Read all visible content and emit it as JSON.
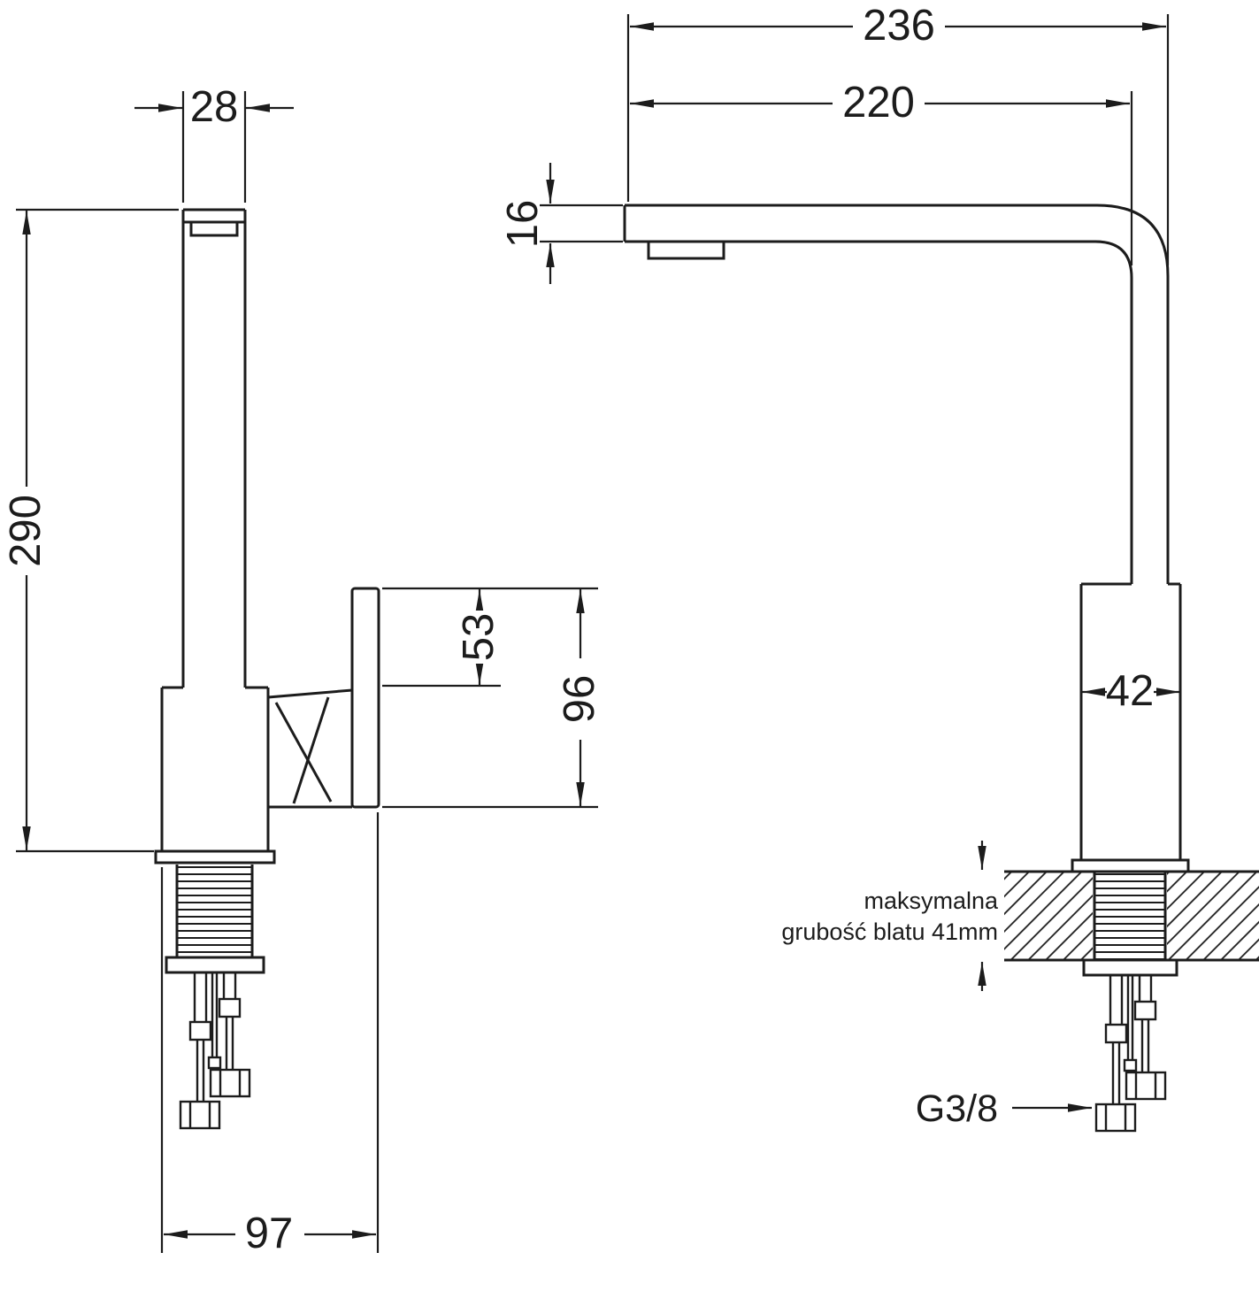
{
  "side_view": {
    "dim_spout_width": "28",
    "dim_height": "290",
    "dim_handle_offset": "53",
    "dim_handle_height": "96",
    "dim_base_depth": "97"
  },
  "front_view": {
    "dim_overall_width": "236",
    "dim_spout_reach": "220",
    "dim_spout_thickness": "16",
    "dim_body_width": "42",
    "countertop_note_line1": "maksymalna",
    "countertop_note_line2": "grubość blatu 41mm",
    "connector_label": "G3/8"
  },
  "colors": {
    "line": "#1c1c1c",
    "background": "#ffffff"
  }
}
